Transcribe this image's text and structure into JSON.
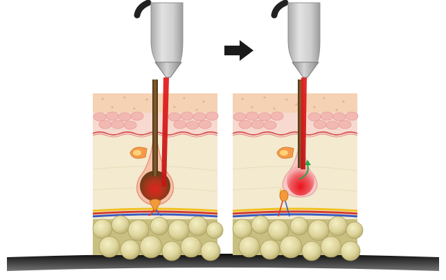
{
  "diagram": {
    "panels": [
      {
        "id": "before",
        "state": "laser-on-bulb"
      },
      {
        "id": "after",
        "state": "follicle-detaching"
      }
    ],
    "transition_arrow": "right-arrow-icon",
    "colors": {
      "epidermis": "#f4d2b3",
      "epidermis_cells": "#f2b9b3",
      "dermis": "#f3ead0",
      "fat": "#d7cf93",
      "laser_beam": "#d41a1a",
      "handpiece": "#cdcdcd",
      "handpiece_tip": "#aeaeae",
      "handpiece_cable": "#222222",
      "artery": "#d43a2a",
      "vein": "#3a5bbf",
      "nerve": "#f0c020",
      "sebaceous_gland": "#f59a4c",
      "regrowth_arrow": "#2aa44a",
      "shadow": "#000000"
    }
  }
}
